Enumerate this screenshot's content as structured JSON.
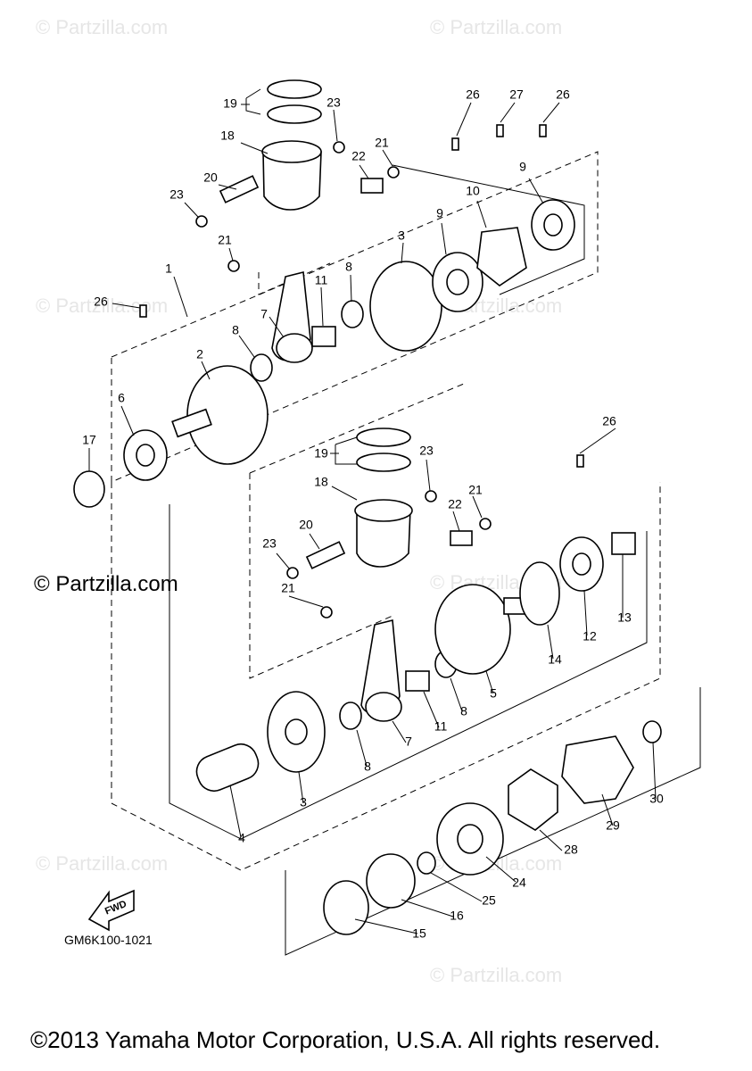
{
  "watermarks": [
    "© Partzilla.com",
    "© Partzilla.com",
    "© Partzilla.com",
    "© Partzilla.com",
    "© Partzilla.com",
    "© Partzilla.com",
    "© Partzilla.com",
    "© Partzilla.com"
  ],
  "site_mark": "© Partzilla.com",
  "fwd_label": "FWD",
  "diagram_code": "GM6K100-1021",
  "copyright": "©2013 Yamaha Motor Corporation, U.S.A. All rights reserved.",
  "callouts": [
    "19",
    "23",
    "18",
    "21",
    "22",
    "20",
    "23",
    "21",
    "1",
    "26",
    "26",
    "27",
    "26",
    "9",
    "10",
    "9",
    "3",
    "8",
    "11",
    "7",
    "8",
    "2",
    "6",
    "17",
    "26",
    "19",
    "23",
    "18",
    "21",
    "22",
    "20",
    "23",
    "21",
    "14",
    "12",
    "13",
    "5",
    "8",
    "11",
    "7",
    "8",
    "3",
    "4",
    "30",
    "29",
    "28",
    "24",
    "25",
    "16",
    "15"
  ]
}
